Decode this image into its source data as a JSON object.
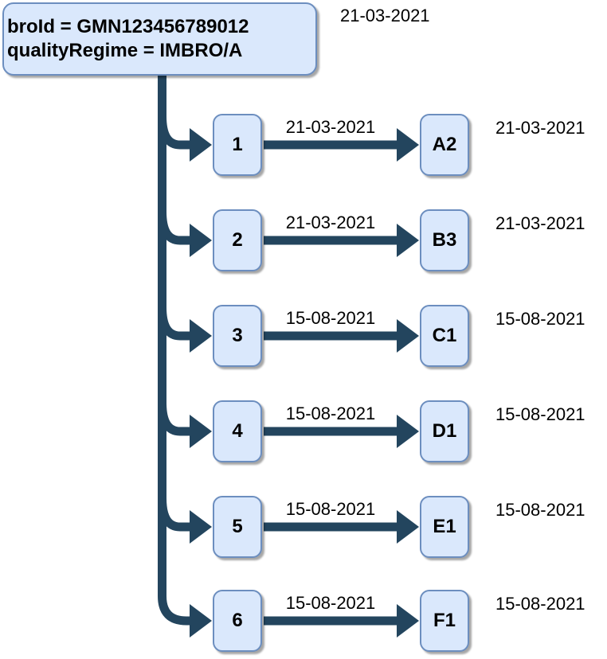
{
  "diagram": {
    "root": {
      "line1": "broId = GMN123456789012",
      "line2": "qualityRegime = IMBRO/A",
      "date": "21-03-2021"
    },
    "rows": [
      {
        "num": "1",
        "edge_date": "21-03-2021",
        "node": "A2",
        "node_date": "21-03-2021"
      },
      {
        "num": "2",
        "edge_date": "21-03-2021",
        "node": "B3",
        "node_date": "21-03-2021"
      },
      {
        "num": "3",
        "edge_date": "15-08-2021",
        "node": "C1",
        "node_date": "15-08-2021"
      },
      {
        "num": "4",
        "edge_date": "15-08-2021",
        "node": "D1",
        "node_date": "15-08-2021"
      },
      {
        "num": "5",
        "edge_date": "15-08-2021",
        "node": "E1",
        "node_date": "15-08-2021"
      },
      {
        "num": "6",
        "edge_date": "15-08-2021",
        "node": "F1",
        "node_date": "15-08-2021"
      }
    ],
    "colors": {
      "node_fill": "#dae8fc",
      "node_border": "#6c8ebf",
      "edge": "#23455e",
      "text": "#000000"
    }
  }
}
